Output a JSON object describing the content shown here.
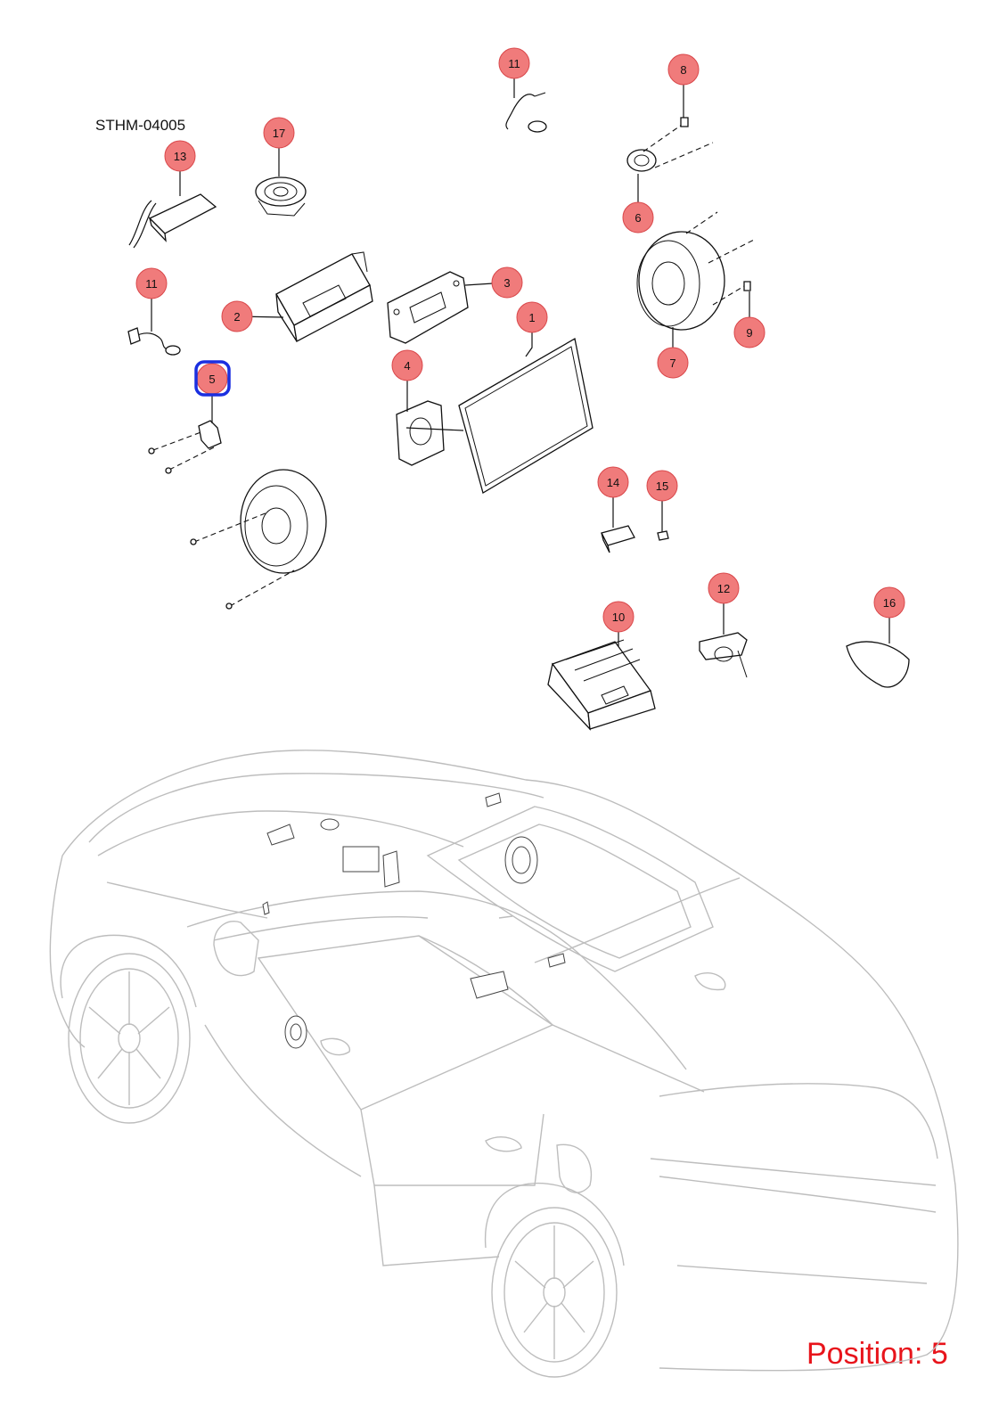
{
  "drawing": {
    "reference_code": "STHM-04005",
    "position_label": "Position: 5",
    "selected_position": "5"
  },
  "callouts": [
    "1",
    "2",
    "3",
    "4",
    "5",
    "6",
    "7",
    "8",
    "9",
    "10",
    "11",
    "12",
    "13",
    "14",
    "15",
    "16",
    "17"
  ],
  "colors": {
    "callout_fill": "#f07b7b",
    "selection_outline": "#1a2fe0",
    "position_label": "#e8141b",
    "vehicle_outline": "#bdbdbd"
  }
}
